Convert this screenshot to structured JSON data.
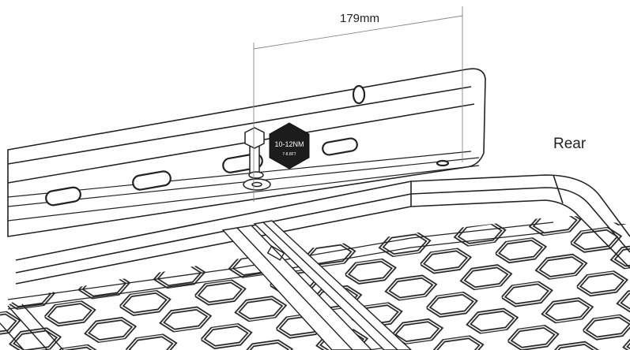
{
  "dimension": {
    "label": "179mm"
  },
  "side_label": "Rear",
  "torque_badge": {
    "line1": "10-12NM",
    "line2": "7-8.8FT"
  },
  "colors": {
    "ink": "#222222",
    "background": "#ffffff",
    "badge": "#1c1c1c"
  }
}
